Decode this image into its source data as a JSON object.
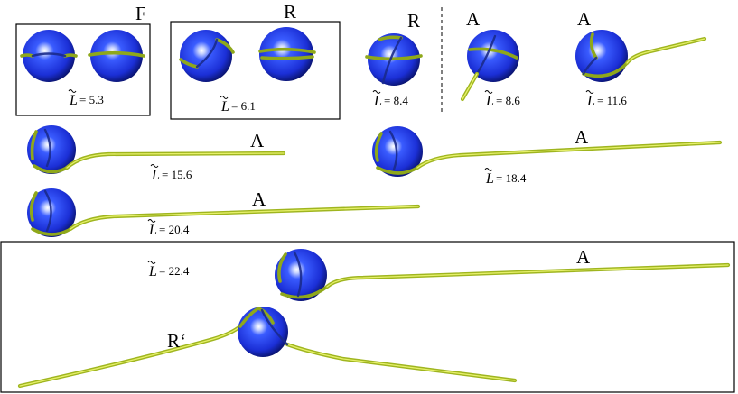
{
  "figure": {
    "states": {
      "f": "F",
      "r1": "R",
      "r2": "R",
      "a1": "A",
      "a2": "A",
      "a3": "A",
      "a4": "A",
      "a5": "A",
      "a6": "A",
      "rprime": "R‘"
    },
    "length_symbol": "L",
    "length_values": {
      "l1": "= 5.3",
      "l2": "= 6.1",
      "l3": "= 8.4",
      "l4": "= 8.6",
      "l5": "= 11.6",
      "l6": "= 15.6",
      "l7": "= 18.4",
      "l8": "= 20.4",
      "l9": "= 22.4"
    },
    "colors": {
      "sphere": "#1f3df2",
      "sphere_dark": "#0a1a9a",
      "chain": "#a8c020",
      "chain_highlight": "#e6f06a",
      "frame": "#000000"
    }
  }
}
